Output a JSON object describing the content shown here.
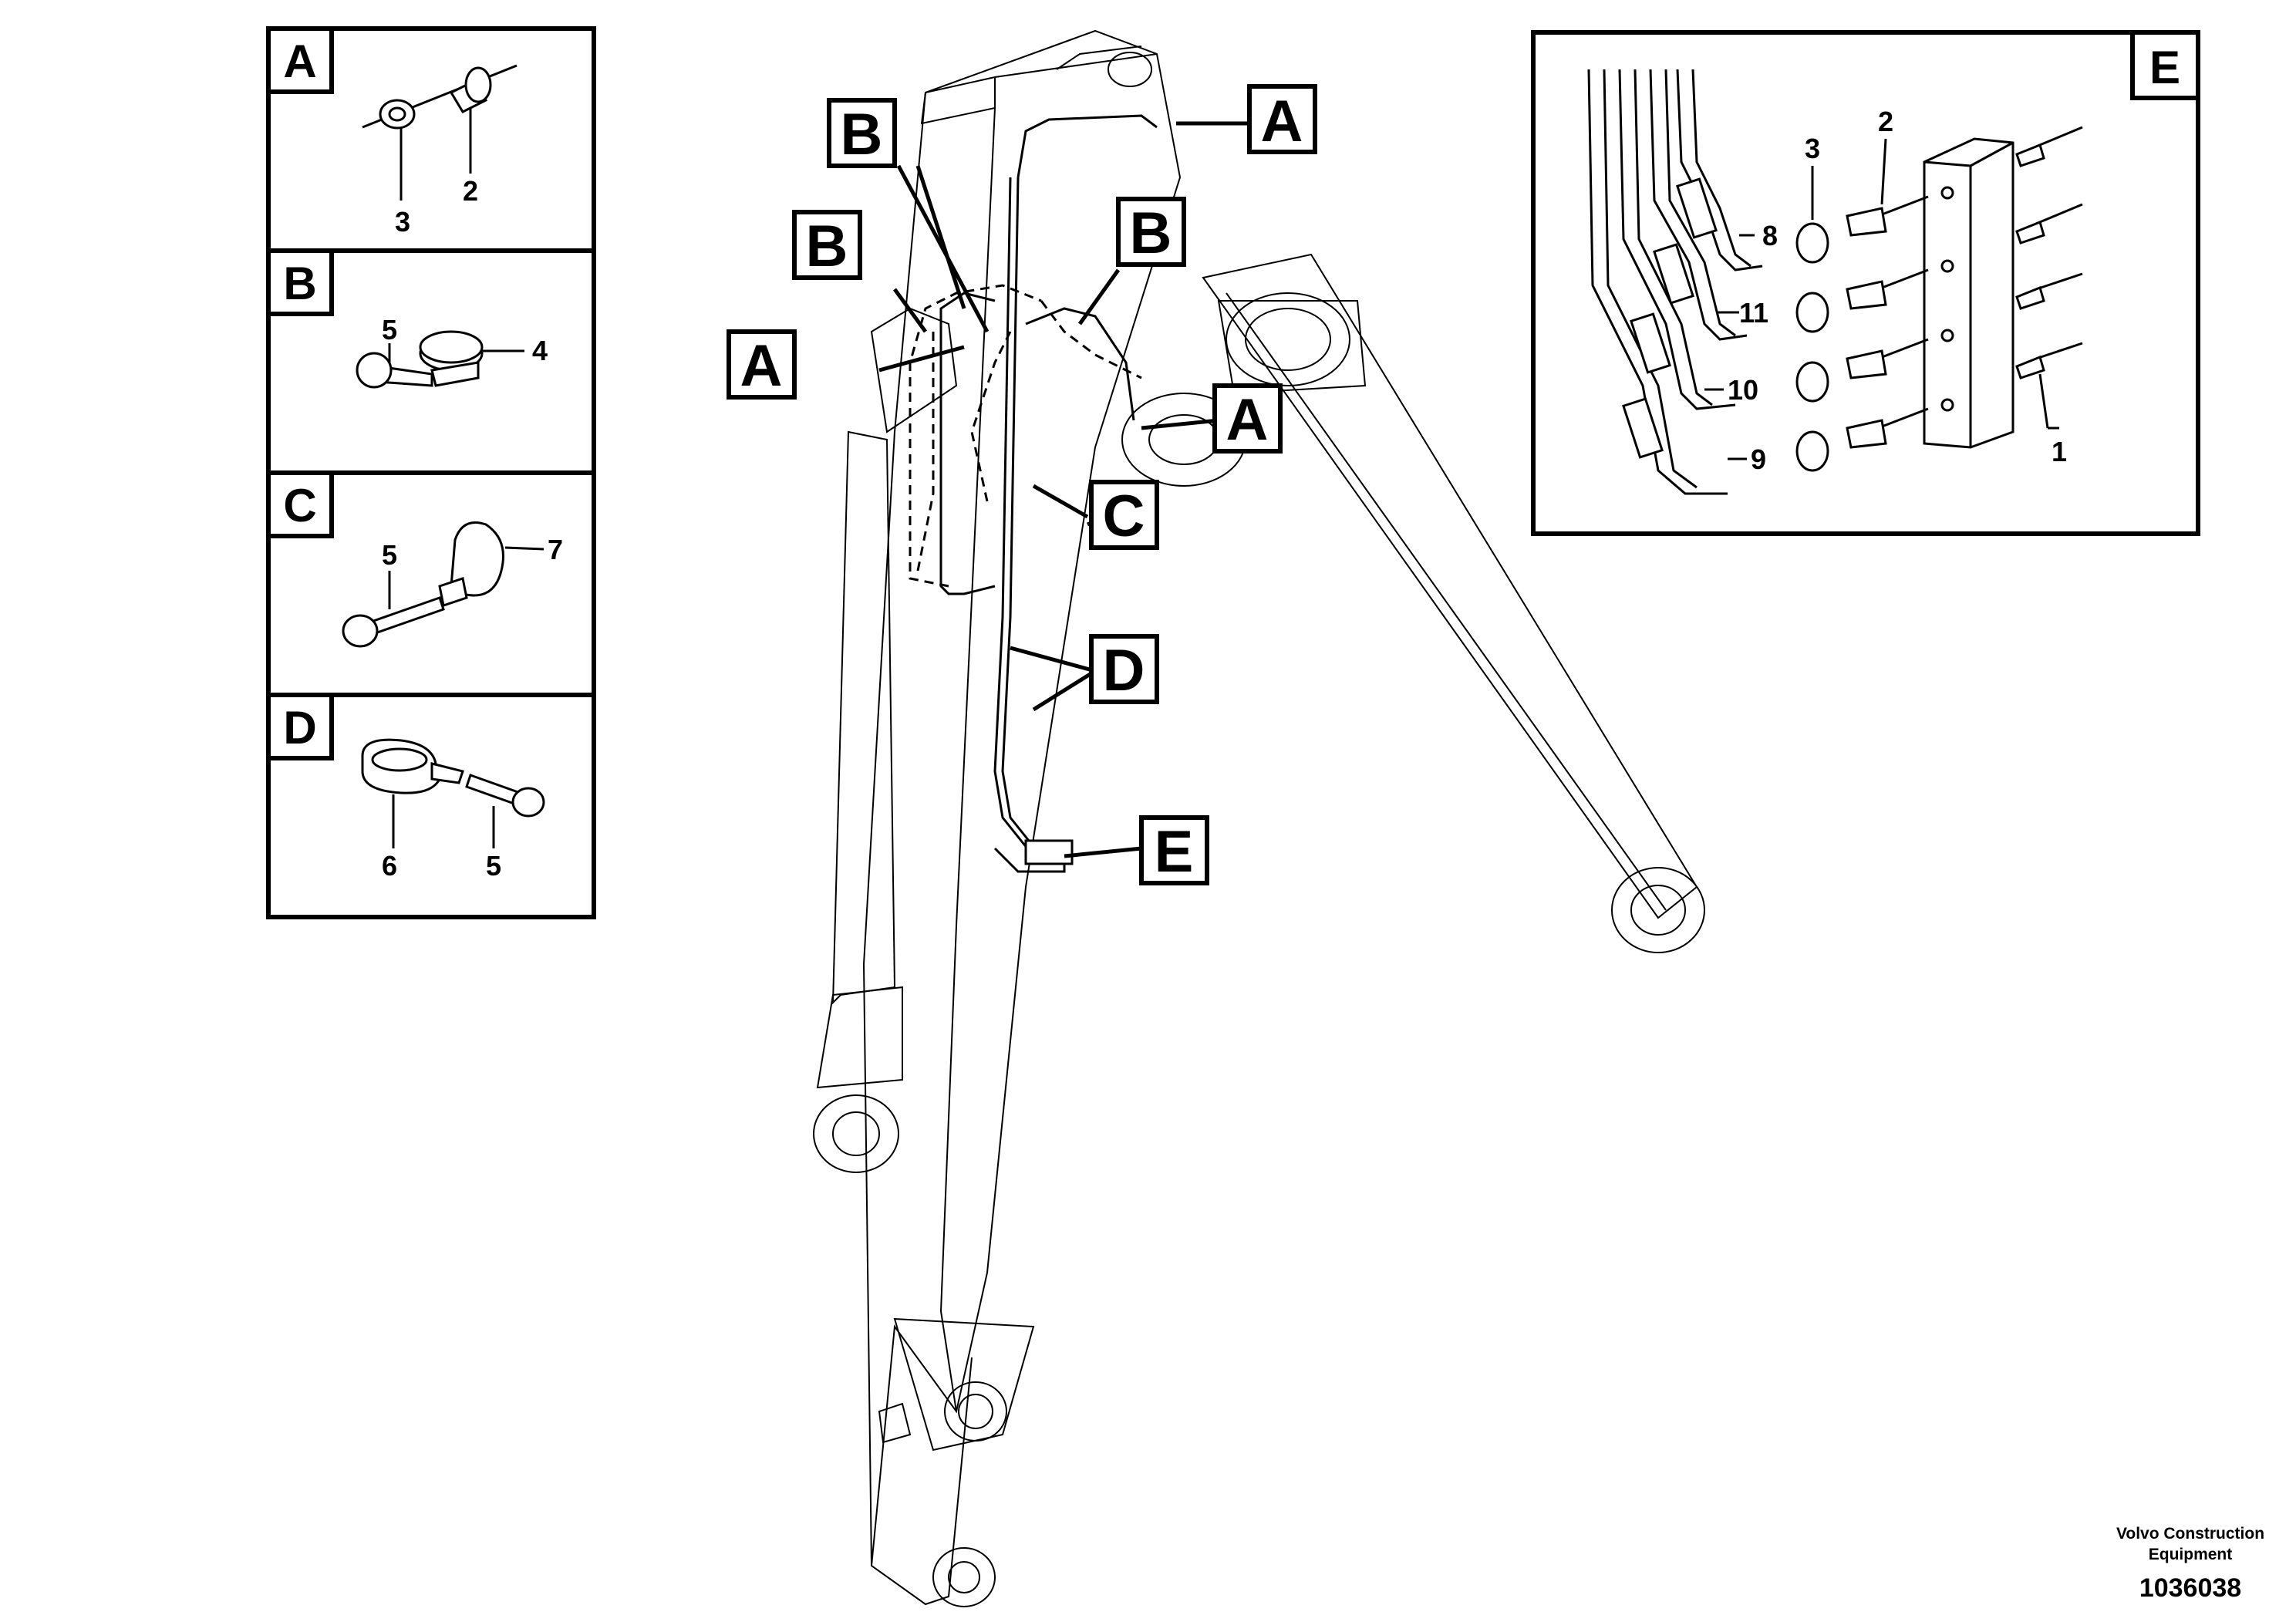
{
  "detail_boxes": {
    "A": {
      "letter": "A",
      "items": [
        "3",
        "2"
      ]
    },
    "B": {
      "letter": "B",
      "items": [
        "5",
        "4"
      ]
    },
    "C": {
      "letter": "C",
      "items": [
        "5",
        "7"
      ]
    },
    "D": {
      "letter": "D",
      "items": [
        "6",
        "5"
      ]
    },
    "E": {
      "letter": "E",
      "items": [
        "3",
        "2",
        "8",
        "11",
        "10",
        "9",
        "1"
      ]
    }
  },
  "callouts": [
    "A",
    "B",
    "B",
    "A",
    "B",
    "A",
    "C",
    "D",
    "E"
  ],
  "footer": {
    "company_line1": "Volvo Construction",
    "company_line2": "Equipment",
    "doc_number": "1036038"
  }
}
